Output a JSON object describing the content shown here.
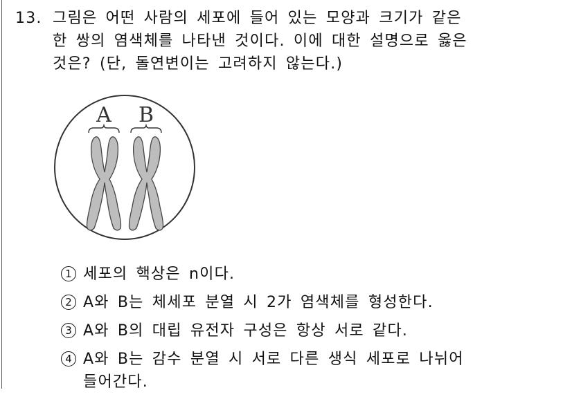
{
  "question": {
    "number": "13.",
    "lines": [
      "그림은 어떤 사람의 세포에 들어 있는 모양과 크기가 같은",
      "한 쌍의 염색체를 나타낸 것이다. 이에 대한 설명으로 옳은",
      "것은? (단, 돌연변이는 고려하지 않는다.)"
    ]
  },
  "figure": {
    "labels": [
      "A",
      "B"
    ],
    "chromosome_fill": "#bdbdbd",
    "outline_color": "#333333"
  },
  "choices": [
    {
      "mark": "1",
      "lines": [
        "세포의 핵상은 n이다."
      ]
    },
    {
      "mark": "2",
      "lines": [
        "A와 B는 체세포 분열 시 2가 염색체를 형성한다."
      ]
    },
    {
      "mark": "3",
      "lines": [
        "A와 B의 대립 유전자 구성은 항상 서로 같다."
      ]
    },
    {
      "mark": "4",
      "lines": [
        "A와 B는 감수 분열 시 서로 다른 생식 세포로 나뉘어",
        "들어간다."
      ]
    }
  ]
}
